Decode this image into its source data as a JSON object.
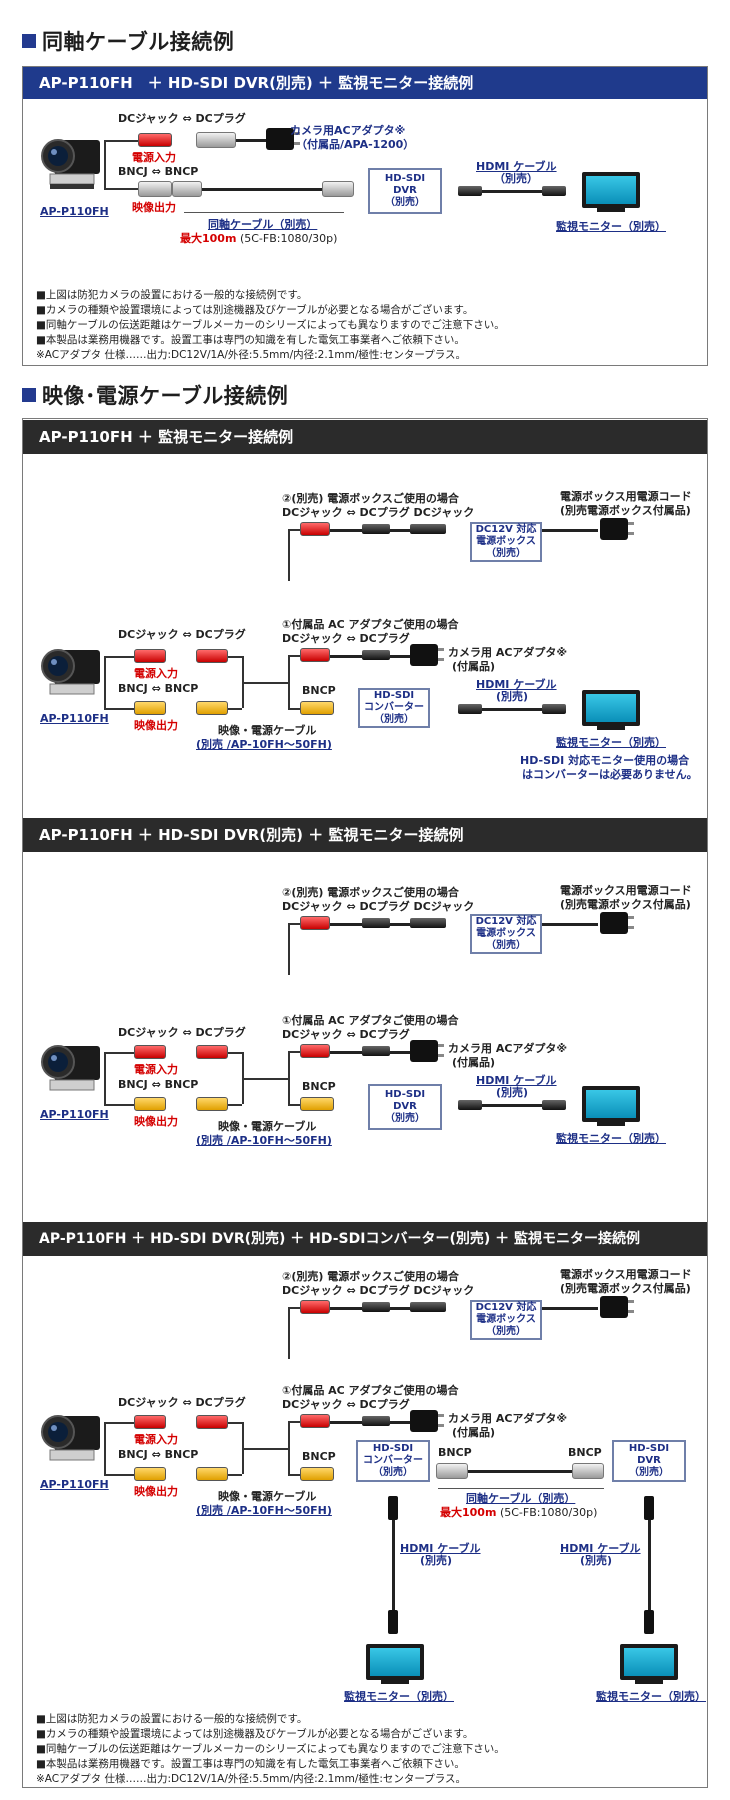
{
  "sec1": {
    "title": "同軸ケーブル接続例"
  },
  "d1": {
    "header": "AP-P110FH　＋ HD-SDI DVR(別売) ＋ 監視モニター接続例",
    "dc_label": "DCジャック ⇔ DCプラグ",
    "power_in": "電源入力",
    "bnc_label": "BNCJ ⇔ BNCP",
    "video_out": "映像出力",
    "camera_name": "AP-P110FH",
    "adapter_l1": "カメラ用ACアダプタ※",
    "adapter_l2": "（付属品/APA-1200）",
    "coax_title": "同軸ケーブル（別売）",
    "coax_max": "最大100m",
    "coax_spec": "(5C-FB:1080/30p)",
    "dvr": [
      "HD-SDI",
      "DVR",
      "（別売）"
    ],
    "hdmi_l1": "HDMI ケーブル",
    "hdmi_l2": "（別売）",
    "monitor": "監視モニター（別売）"
  },
  "notes1": [
    "■上図は防犯カメラの設置における一般的な接続例です。",
    "■カメラの種類や設置環境によっては別途機器及びケーブルが必要となる場合がございます。",
    "■同軸ケーブルの伝送距離はケーブルメーカーのシリーズによっても異なりますのでご注意下さい。",
    "■本製品は業務用機器です。設置工事は専門の知識を有した電気工事業者へご依頼下さい。",
    "※ACアダプタ 仕様……出力:DC12V/1A/外径:5.5mm/内径:2.1mm/極性:センタープラス。"
  ],
  "sec2": {
    "title": "映像･電源ケーブル接続例"
  },
  "common": {
    "opt2_title": "②(別売) 電源ボックスご使用の場合",
    "opt2_sub": "DCジャック ⇔ DCプラグ DCジャック",
    "pbox_cord_l1": "電源ボックス用電源コード",
    "pbox_cord_l2": "(別売電源ボックス付属品)",
    "pbox": [
      "DC12V 対応",
      "電源ボックス",
      "（別売）"
    ],
    "opt1_title": "①付属品 AC アダプタご使用の場合",
    "opt1_sub": "DCジャック ⇔ DCプラグ",
    "adapter_l1": "カメラ用 ACアダプタ※",
    "adapter_l2": "(付属品)",
    "dc_label": "DCジャック ⇔ DCプラグ",
    "power_in": "電源入力",
    "bnc_label": "BNCJ ⇔ BNCP",
    "video_out": "映像出力",
    "camera_name": "AP-P110FH",
    "av_cable_l1": "映像・電源ケーブル",
    "av_cable_l2": "(別売 /AP-10FH～50FH)",
    "bncp": "BNCP",
    "hdmi_l1": "HDMI ケーブル",
    "hdmi_l2": "(別売)",
    "monitor": "監視モニター（別売）",
    "converter": [
      "HD-SDI",
      "コンバーター",
      "（別売）"
    ],
    "dvr": [
      "HD-SDI",
      "DVR",
      "（別売）"
    ]
  },
  "d2": {
    "header": "AP-P110FH ＋ 監視モニター接続例",
    "note_l1": "HD-SDI 対応モニター使用の場合",
    "note_l2": "はコンバーターは必要ありません。"
  },
  "d3": {
    "header": "AP-P110FH ＋ HD-SDI DVR(別売) ＋ 監視モニター接続例"
  },
  "d4": {
    "header": "AP-P110FH ＋ HD-SDI DVR(別売) ＋ HD-SDIコンバーター(別売) ＋ 監視モニター接続例",
    "bncp_left": "BNCP",
    "bncp_right": "BNCP",
    "coax_title": "同軸ケーブル（別売）",
    "coax_max": "最大100m",
    "coax_spec": "(5C-FB:1080/30p)"
  },
  "notes2": [
    "■上図は防犯カメラの設置における一般的な接続例です。",
    "■カメラの種類や設置環境によっては別途機器及びケーブルが必要となる場合がございます。",
    "■同軸ケーブルの伝送距離はケーブルメーカーのシリーズによっても異なりますのでご注意下さい。",
    "■本製品は業務用機器です。設置工事は専門の知識を有した電気工事業者へご依頼下さい。",
    "※ACアダプタ 仕様……出力:DC12V/1A/外径:5.5mm/内径:2.1mm/極性:センタープラス。"
  ],
  "colors": {
    "header_blue": "#1f3a8c",
    "header_dark": "#2b2b2b",
    "label_navy": "#1d2f86",
    "label_red": "#d40000"
  }
}
